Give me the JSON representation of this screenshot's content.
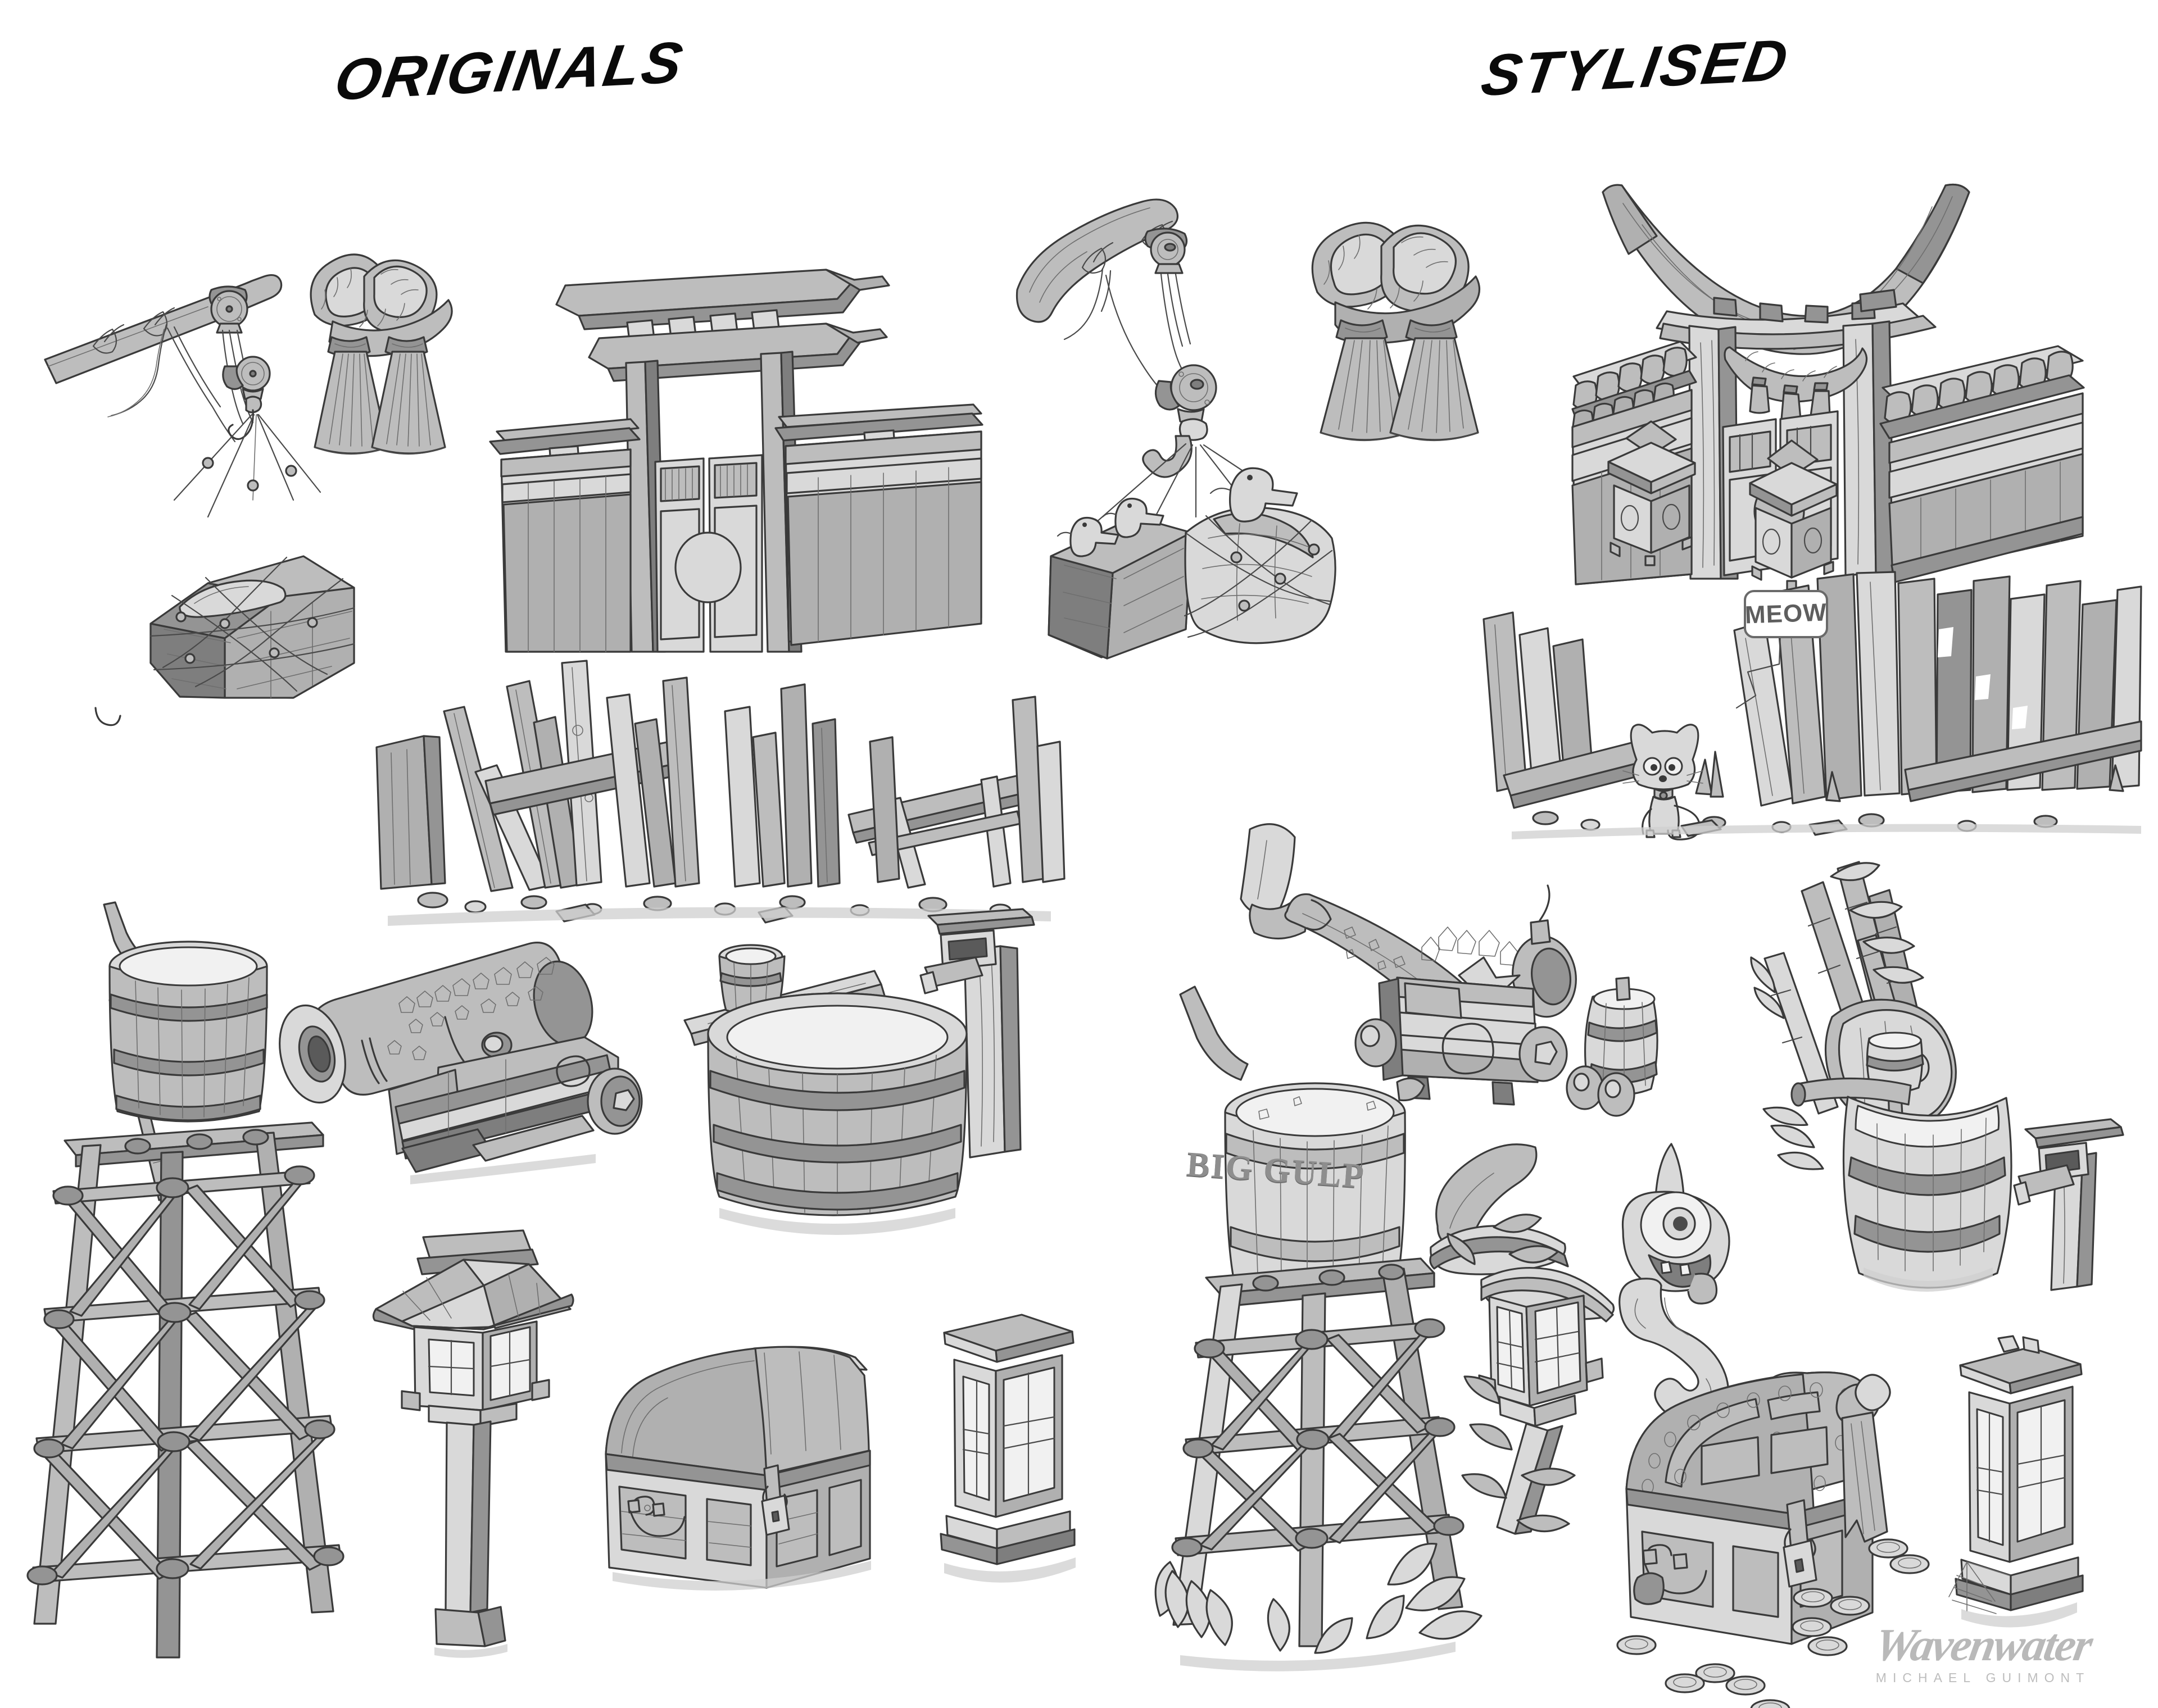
{
  "sheet": {
    "background_color": "#ffffff",
    "line_color": "#3a3a3a",
    "fill_light": "#d9d9d9",
    "fill_mid": "#bdbdbd",
    "fill_dark": "#949494"
  },
  "columns": [
    {
      "id": "originals",
      "label": "ORIGINALS"
    },
    {
      "id": "stylised",
      "label": "STYLISED"
    }
  ],
  "annotations": {
    "meow": "MEOW",
    "big_gulp": "BIG GULP"
  },
  "watermark": {
    "script": "Wavenwater",
    "subtitle": "MICHAEL GUIMONT",
    "color": "#b9b9b9"
  },
  "props": {
    "originals": [
      {
        "id": "crane-pulley-cargo-net",
        "name": "Crane boom with block-and-tackle pulley and rope-netted cargo crate"
      },
      {
        "id": "shimenawa-rope-knot",
        "name": "Shimenawa braided rope knot with two straw tassels"
      },
      {
        "id": "torii-gate-wall",
        "name": "Torii gate with flanking wooden wall and panelled doors"
      },
      {
        "id": "broken-planks-debris",
        "name": "Pile of broken and splintered wooden planks with rubble"
      },
      {
        "id": "cannon-on-carriage",
        "name": "Barnacle-encrusted cannon on wooden carriage"
      },
      {
        "id": "water-trough-barrel",
        "name": "Large wooden water trough with bucket, plank and spout post"
      },
      {
        "id": "water-tower-lashed",
        "name": "Wooden water tower on lashed bamboo scaffold with pipe"
      },
      {
        "id": "pagoda-post-lantern",
        "name": "Pagoda-roof post lantern"
      },
      {
        "id": "treasure-chest",
        "name": "Domed-lid treasure chest with padlock and side handle"
      },
      {
        "id": "pillar-lantern",
        "name": "Square pillar lantern with latticed panels"
      }
    ],
    "stylised": [
      {
        "id": "crane-pulley-cargo-net",
        "name": "Stylised crane with hook, netted crates and perched seagulls"
      },
      {
        "id": "shimenawa-rope-knot",
        "name": "Stylised shimenawa rope knot with two tassels"
      },
      {
        "id": "torii-gate-wall",
        "name": "Stylised torii gate with tiled wall, shimenawa and stone lanterns"
      },
      {
        "id": "broken-planks-debris",
        "name": "Stylised shattered plank fence with cat"
      },
      {
        "id": "cannon-on-carriage",
        "name": "Stylised flared-muzzle cannon on cart with powder barrel and shot"
      },
      {
        "id": "bamboo-water-basin",
        "name": "Stylised bamboo grove, water basin, ladle and spout post"
      },
      {
        "id": "water-tower-big-gulp",
        "name": "Stylised BIG GULP water tower on lashed scaffold with foliage"
      },
      {
        "id": "ghost-lantern",
        "name": "Stylised overgrown pagoda lantern on a vine-wrapped post"
      },
      {
        "id": "eyeball-ghost",
        "name": "One-eyed grinning ghost spirit"
      },
      {
        "id": "treasure-chest-coins",
        "name": "Stylised studded treasure chest with spilled coins and torn banner"
      },
      {
        "id": "pillar-lantern",
        "name": "Stylised tall pillar lantern with web"
      }
    ]
  }
}
